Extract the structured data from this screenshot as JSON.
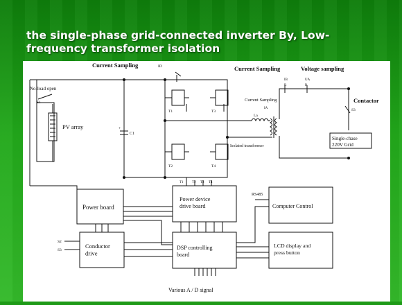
{
  "slide": {
    "title": "the single-phase grid-connected inverter By, Low-frequency transformer isolation"
  },
  "diagram": {
    "labels": {
      "current_sampling_left": "Current Sampling",
      "id_left": "ID",
      "current_sampling_right": "Current Sampling",
      "voltage_sampling": "Voltage sampling",
      "ib": "IB",
      "ua": "UA",
      "r1": "R",
      "r2": "R",
      "no_load_open": "No-load open",
      "s1": "S1",
      "pv_array": "PV array",
      "c1": "C1",
      "plus": "+",
      "t1": "T1",
      "t2": "T2",
      "t3": "T3",
      "t4": "T4",
      "current_sampling_mid": "Current Sampling",
      "ia": "IA",
      "la": "La",
      "isolated_transformer": "Isolated transformer",
      "contactor": "Contactor",
      "s3_top": "S3",
      "grid": "Single-chase 220V Grid",
      "bus_t1": "T1",
      "bus_t2": "T2",
      "bus_t3": "T3",
      "bus_t4": "T4",
      "rs485": "RS485",
      "s2": "S2",
      "s3_bottom": "S3",
      "ad_signal": "Various A / D signal"
    },
    "blocks": {
      "power_board": "Power board",
      "power_device_drive_board": "Power device drive board",
      "computer_control": "Computer Control",
      "conductor_drive": "Conductor drive",
      "dsp_controlling_board": "DSP controlling board",
      "lcd_display": "LCD display and press button"
    }
  }
}
